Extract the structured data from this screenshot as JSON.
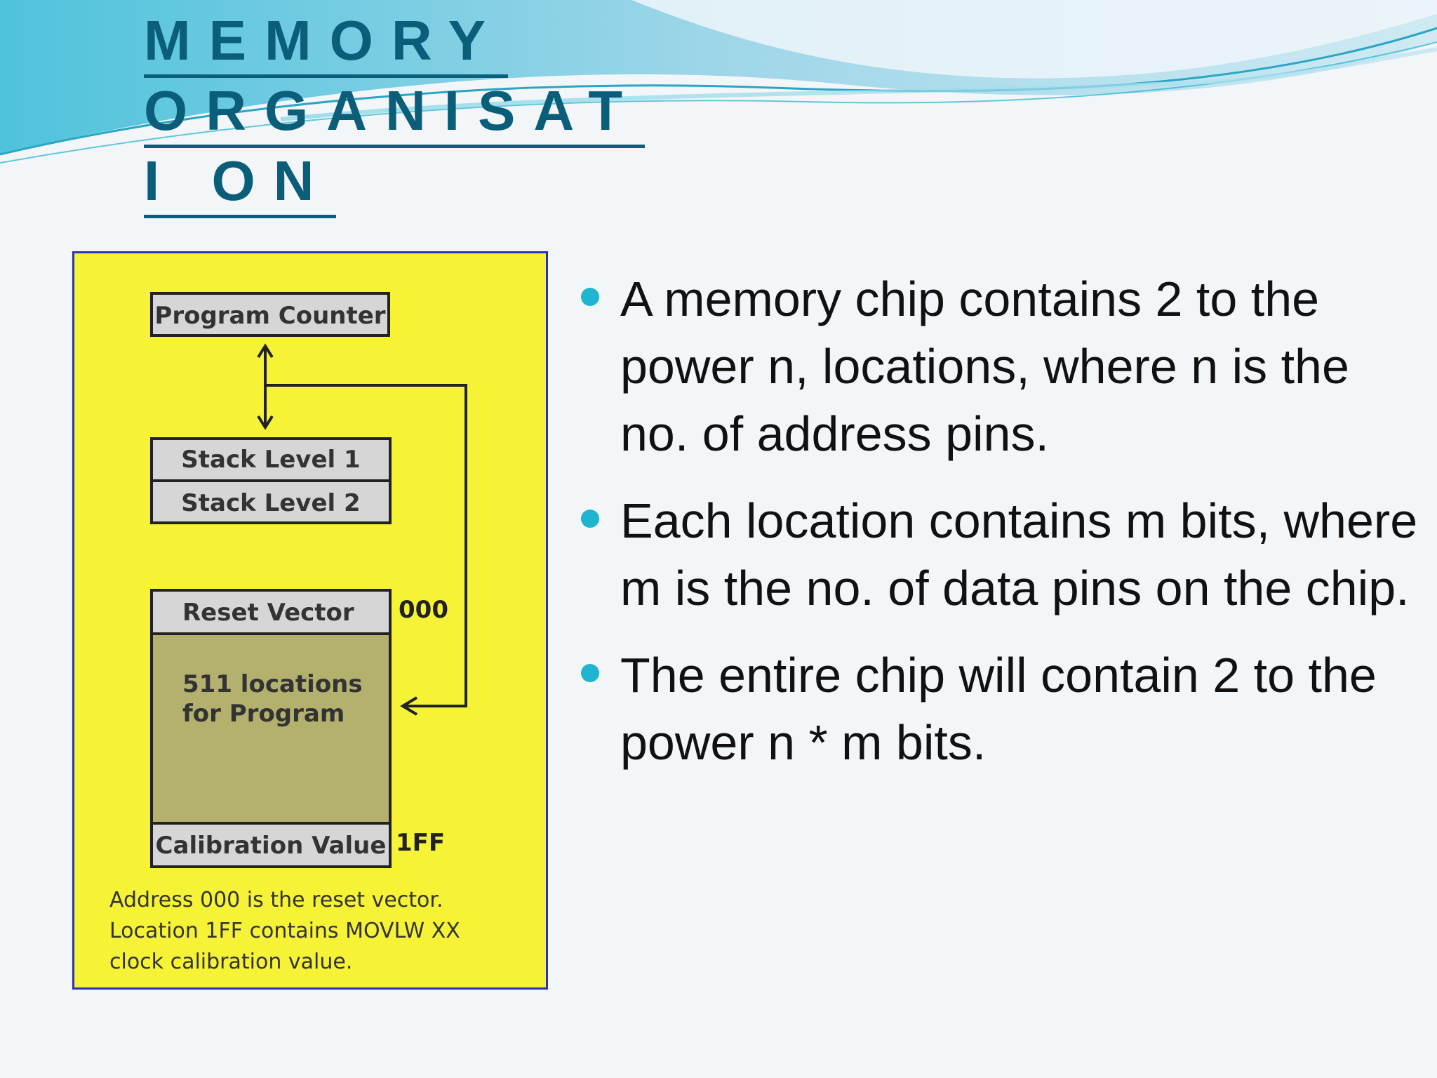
{
  "slide": {
    "title_lines": [
      "MEMORY",
      "ORGANISAT",
      "I ON"
    ],
    "accent_color": "#1fb4cf",
    "title_color": "#0b5e79"
  },
  "figure": {
    "program_counter": "Program Counter",
    "stack_level_1": "Stack Level 1",
    "stack_level_2": "Stack Level 2",
    "reset_vector": "Reset Vector",
    "reset_address": "000",
    "program_locations_line1": "511 locations",
    "program_locations_line2": "for Program",
    "calibration_value": "Calibration Value",
    "calibration_address": "1FF",
    "caption_lines": [
      "Address 000 is the reset vector.",
      "Location 1FF contains MOVLW XX",
      "clock calibration value."
    ],
    "background_color": "#f6f337",
    "border_color": "#2b32b6"
  },
  "bullets": [
    "A memory chip contains 2 to the power n, locations, where n is the no. of address pins.",
    "Each location contains m bits, where m is the no. of data pins on the chip.",
    "The entire chip will contain 2 to the power n * m bits."
  ]
}
